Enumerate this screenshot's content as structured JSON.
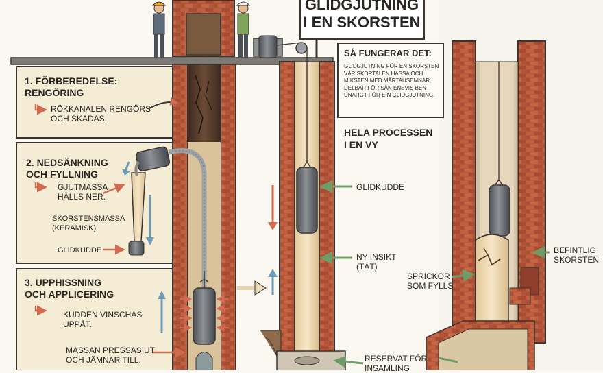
{
  "title": {
    "line1": "GLIDGJUTNING",
    "line2": "I EN SKORSTEN"
  },
  "info": {
    "heading": "SÅ FUNGERAR DET:",
    "body": "GLIDGJUTNING FÖR EN SKORSTEN VÅR SKORTALEN HÄSSA OCH MIKSTEN MED MÅRTAUSEMNAR, DELBAR FÖR SÅN ENEVIS BEN UNARGT FÖR EIN GLIDGJUTNING."
  },
  "overview_heading": {
    "line1": "HELA PROCESSEN",
    "line2": "I EN VY"
  },
  "steps": [
    {
      "title_line1": "1. FÖRBEREDELSE:",
      "title_line2": "RENGÖRING",
      "note_line1": "RÖKKANALEN RENGÖRS",
      "note_line2": "OCH SKADAS."
    },
    {
      "title_line1": "2. NEDSÄNKNING",
      "title_line2": "OCH FYLLNING",
      "note1_line1": "GJUTMASSA",
      "note1_line2": "HÄLLS NER.",
      "note2_line1": "SKORSTENSMASSA",
      "note2_line2": "(KERAMISK)",
      "note3": "GLIDKUDDE"
    },
    {
      "title_line1": "3. UPPHISSNING",
      "title_line2": "OCH APPLICERING",
      "note1_line1": "KUDDEN VINSCHAS",
      "note1_line2": "UPPÅT.",
      "note2_line1": "MASSAN PRESSAS UT",
      "note2_line2": "OCH JÄMNAR TILL."
    }
  ],
  "center_labels": {
    "glidkudde": "GLIDKUDDE",
    "ny_insikt_line1": "NY INSIKT",
    "ny_insikt_line2": "(TÄT)",
    "reservat_line1": "RESERVAT FÖR",
    "reservat_line2": "INSAMLING"
  },
  "right_labels": {
    "sprickor_line1": "SPRICKOR",
    "sprickor_line2": "SOM FYLLS",
    "befintlig_line1": "BEFINTLIG",
    "befintlig_line2": "SKORSTEN"
  },
  "colors": {
    "brick": "#b5553a",
    "brick_dark": "#8e3e2a",
    "mortar": "#e7d3bf",
    "panel": "#f5ecd6",
    "liner": "#f1ddb5",
    "steel": "#6e7175",
    "arrow_red": "#d06a50",
    "arrow_blue": "#6e9bb5",
    "arrow_green": "#6f9d67",
    "ink": "#2a2622"
  }
}
